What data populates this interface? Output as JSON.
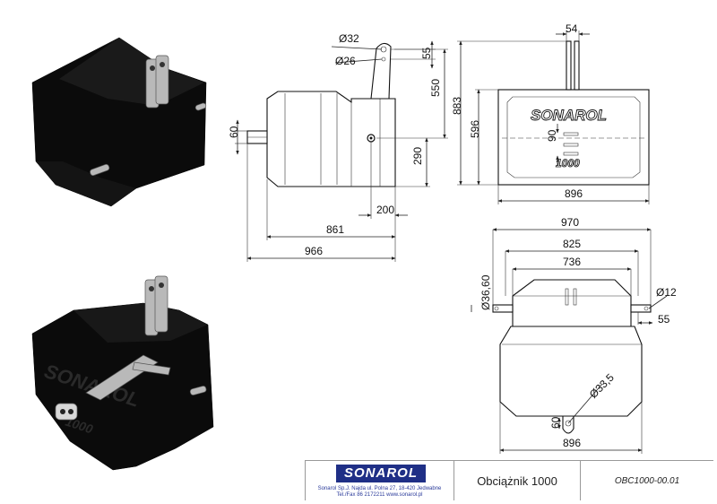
{
  "drawing": {
    "title": "Obciążnik 1000",
    "code": "OBC1000-00.01",
    "company": {
      "logo": "SONAROL",
      "address_line": "Sonarol Sp.J. Najda ul. Polna 27, 18-420 Jedwabne",
      "phone_line": "Tel./Fax 86 2172211 www.sonarol.pl"
    }
  },
  "part_markings": {
    "brand": "SONAROL",
    "model": "1000"
  },
  "side_view": {
    "dims": {
      "hole_large": "Ø32",
      "hole_small": "Ø26",
      "bracket": "55",
      "top_height": "550",
      "axle_height": "290",
      "pin_diameter": "60",
      "axle_offset": "200",
      "body_length": "861",
      "overall_length": "966"
    }
  },
  "top_view": {
    "dims": {
      "bracket_width": "54",
      "overall_height": "883",
      "body_height": "596",
      "slot_spacing": "90",
      "width": "896"
    }
  },
  "front_view": {
    "dims": {
      "pin_width": "970",
      "upper_width": "825",
      "top_width": "736",
      "pin_diameters": "Ø36,60",
      "pin_hole": "Ø12",
      "pin_length": "55",
      "hitch_hole": "Ø33,5",
      "hitch_height": "60",
      "bottom_width": "896"
    }
  }
}
